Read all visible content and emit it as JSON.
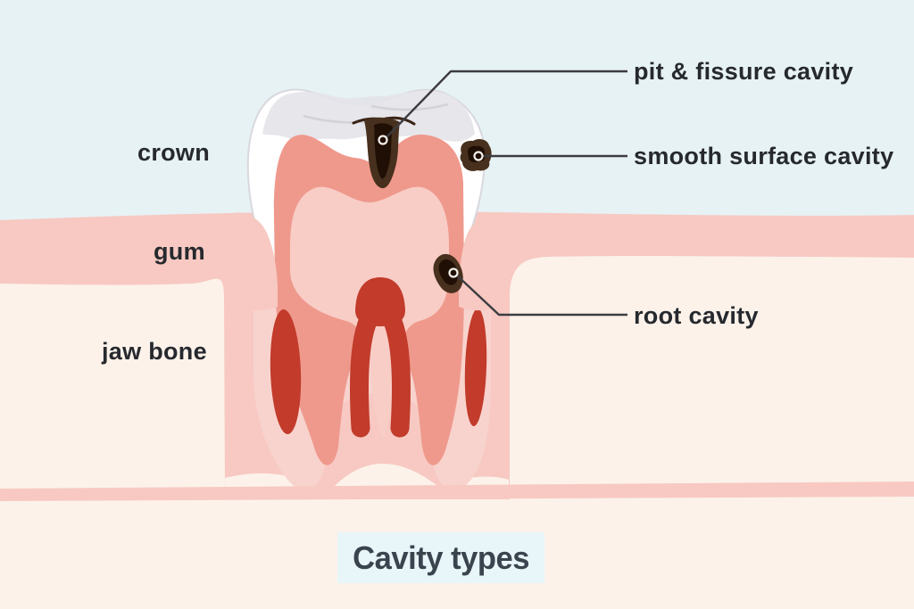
{
  "title": {
    "text": "Cavity types"
  },
  "anatomy_labels": {
    "crown": "crown",
    "gum": "gum",
    "jaw_bone": "jaw bone"
  },
  "cavity_labels": {
    "pit_fissure": "pit & fissure cavity",
    "smooth_surface": "smooth surface cavity",
    "root": "root cavity"
  },
  "colors": {
    "bg_sky": "#e7f2f5",
    "bone": "#fcf2ea",
    "gum": "#f7c9c2",
    "sheath": "#f8d3cd",
    "dentin": "#ef998d",
    "inner_pink": "#f8cdc6",
    "pulp": "#c23b2b",
    "enamel": "#ffffff",
    "enamel_shade": "#e4e4e9",
    "enamel_line": "#d8d8de",
    "cavity_outer": "#47301d",
    "cavity_inner": "#200f05",
    "leader": "#3c3c40",
    "ring": "#f2efe9",
    "label_text": "#26292e",
    "title_text": "#3a444e",
    "title_bg": "#e9f6f9"
  }
}
